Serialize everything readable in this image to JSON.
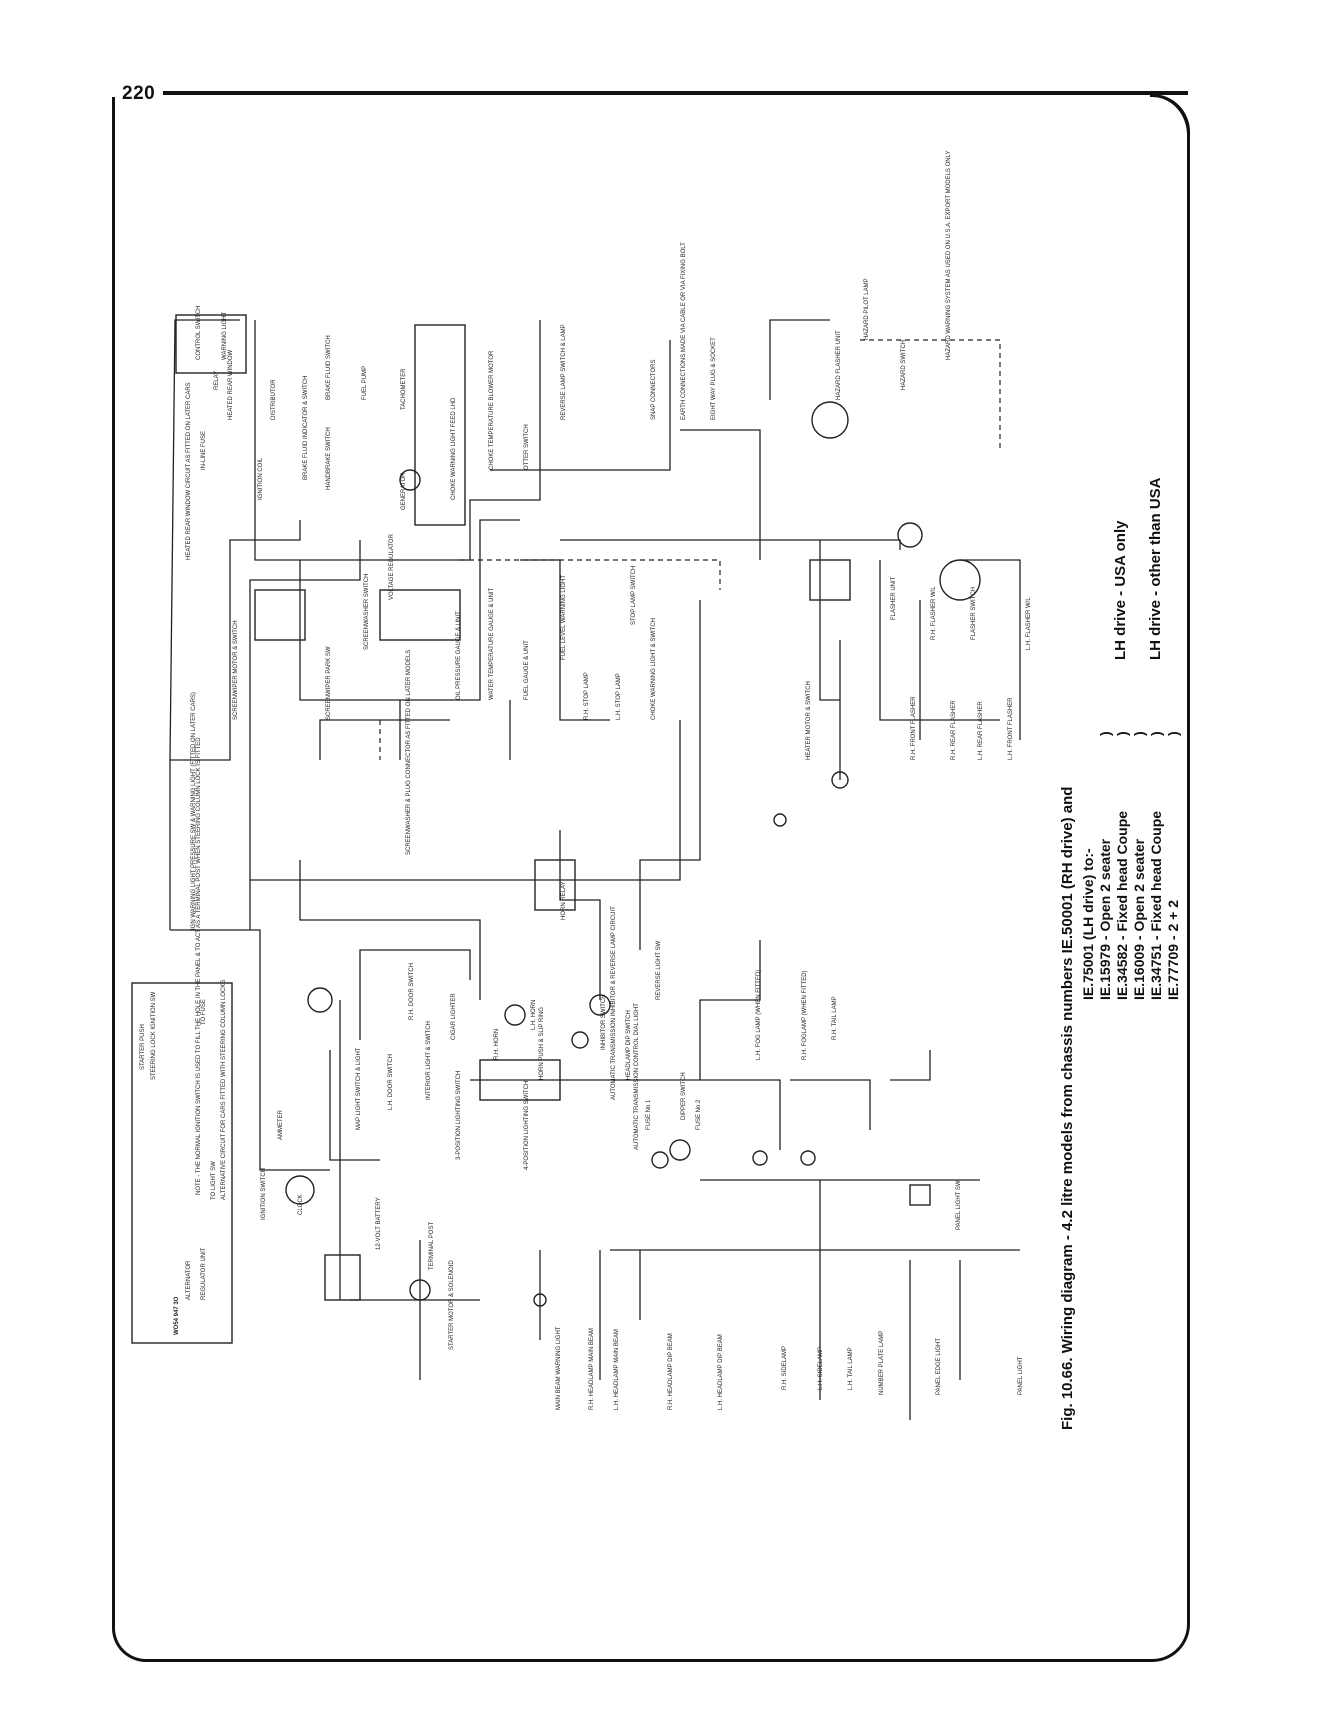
{
  "page": {
    "number": "220"
  },
  "caption": {
    "title": "Fig. 10.66. Wiring diagram - 4.2 litre models from chassis numbers IE.50001 (RH drive) and",
    "lines": [
      {
        "text": "IE.75001 (LH drive) to:-",
        "brace": "",
        "note": ""
      },
      {
        "text": "IE.15979 - Open 2 seater",
        "brace": ")",
        "note": "LH drive - USA only"
      },
      {
        "text": "IE.34582 - Fixed head Coupe",
        "brace": ")",
        "note": ""
      },
      {
        "text": "IE.16009 - Open 2 seater",
        "brace": ")",
        "note": "LH drive - other than USA"
      },
      {
        "text": "IE.34751 - Fixed head Coupe",
        "brace": ")",
        "note": ""
      },
      {
        "text": "IE.77709 - 2 + 2",
        "brace": ")",
        "note": ""
      }
    ]
  },
  "part_number": "WO54 947 3O",
  "labels": [
    "ALTERNATOR",
    "REGULATOR UNIT",
    "STARTER MOTOR & SOLENOID",
    "TERMINAL POST",
    "12-VOLT BATTERY",
    "STARTER PUSH",
    "STEERING LOCK IGNITION SW",
    "IGNITION SWITCH",
    "AMMETER",
    "TO FUSE",
    "TO LIGHT SW",
    "3-POSITION LIGHTING SWITCH",
    "4-POSITION LIGHTING SWITCH",
    "HEADLAMP DIP SWITCH",
    "DIPPER SWITCH",
    "FUSE No 1",
    "FUSE No 2",
    "MAIN BEAM WARNING LIGHT",
    "R.H. HEADLAMP MAIN BEAM",
    "L.H. HEADLAMP MAIN BEAM",
    "R.H. HEADLAMP DIP BEAM",
    "L.H. HEADLAMP DIP BEAM",
    "R.H. SIDELAMP",
    "L.H. SIDELAMP",
    "L.H. TAIL LAMP",
    "NUMBER PLATE LAMP",
    "PANEL EDGE LIGHT",
    "PANEL LIGHT",
    "PANEL LIGHT SW",
    "CLOCK",
    "MAP LIGHT SWITCH & LIGHT",
    "L.H. DOOR SWITCH",
    "R.H. DOOR SWITCH",
    "INTERIOR LIGHT & SWITCH",
    "CIGAR LIGHTER",
    "R.H. HORN",
    "L.H. HORN",
    "HORN RELAY",
    "HORN PUSH & SLIP RING",
    "REVERSE LIGHT SW",
    "AUTOMATIC TRANSMISSION INHIBITOR & REVERSE LAMP CIRCUIT",
    "INHIBITOR SWITCH",
    "AUTOMATIC TRANSMISSION CONTROL DIAL LIGHT",
    "L.H. FOG LAMP (WHEN FITTED)",
    "R.H. FOGLAMP (WHEN FITTED)",
    "R.H. TAIL LAMP",
    "IGN WARNING LIGHT PRESSURE SW & WARNING LIGHT (FITTED ON LATER CARS)",
    "SCREENWIPER MOTOR & SWITCH",
    "SCREENWIPER PARK SW",
    "SCREENWASHER SWITCH",
    "SCREENWASHER & PLUG CONNECTOR AS FITTED ON LATER MODELS",
    "VOLTAGE REGULATOR",
    "OIL PRESSURE GAUGE & UNIT",
    "WATER TEMPERATURE GAUGE & UNIT",
    "FUEL GAUGE & UNIT",
    "FUEL LEVEL WARNING LIGHT",
    "R.H. STOP LAMP",
    "L.H. STOP LAMP",
    "STOP LAMP SWITCH",
    "CHOKE WARNING LIGHT & SWITCH",
    "HEATED REAR WINDOW CIRCUIT AS FITTED ON LATER CARS",
    "HEATED REAR WINDOW",
    "IN-LINE FUSE",
    "RELAY",
    "CONTROL SWITCH",
    "WARNING LIGHT",
    "IGNITION COIL",
    "DISTRIBUTOR",
    "BRAKE FLUID INDICATOR & SWITCH",
    "HANDBRAKE SWITCH",
    "BRAKE FLUID SWITCH",
    "FUEL PUMP",
    "TACHOMETER",
    "GENERATOR",
    "CHOKE WARNING LIGHT FEED LHD",
    "CHOKE TEMPERATURE BLOWER MOTOR",
    "OTTER SWITCH",
    "REVERSE LAMP SWITCH & LAMP",
    "SNAP CONNECTORS",
    "EARTH CONNECTIONS MADE VIA CABLE OR VIA FIXING BOLT",
    "EIGHT WAY PLUG & SOCKET",
    "HEATER MOTOR & SWITCH",
    "R.H. FRONT FLASHER",
    "R.H. REAR FLASHER",
    "L.H. REAR FLASHER",
    "L.H. FRONT FLASHER",
    "FLASHER UNIT",
    "FLASHER SWITCH",
    "R.H. FLASHER W/L",
    "L.H. FLASHER W/L",
    "HAZARD PILOT LAMP",
    "HAZARD FLASHER UNIT",
    "HAZARD SWITCH",
    "HAZARD WARNING SYSTEM AS USED ON U.S.A. EXPORT MODELS ONLY",
    "NOTE - THE NORMAL IGNITION SWITCH IS USED TO FILL THE HOLE IN THE PANEL & TO ACT AS A TERMINAL POST WHEN STEERING COLUMN LOCK IS FITTED",
    "ALTERNATIVE CIRCUIT FOR CARS FITTED WITH STEERING COLUMN LOCKS"
  ]
}
